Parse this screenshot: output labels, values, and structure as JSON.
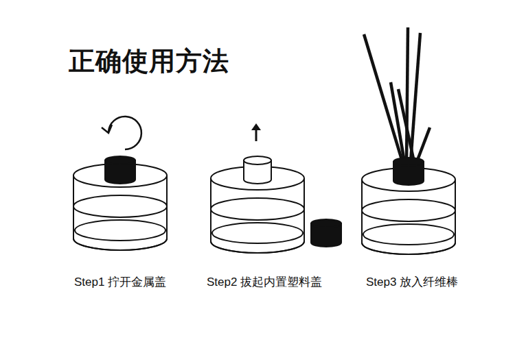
{
  "diagram": {
    "title": "正确使用方法",
    "labels": [
      "Step1  拧开金属盖",
      "Step2  拔起内置塑料盖",
      "Step3  放入纤维棒"
    ]
  }
}
